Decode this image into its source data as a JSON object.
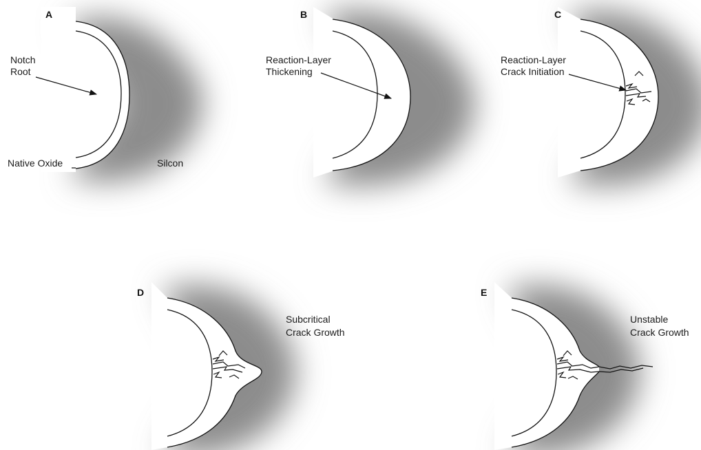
{
  "panels": {
    "a": {
      "letter": "A",
      "label_notch": [
        "Notch",
        "Root"
      ],
      "label_oxide": "Native Oxide",
      "label_silicon": "Silcon"
    },
    "b": {
      "letter": "B",
      "label": [
        "Reaction-Layer",
        "Thickening"
      ]
    },
    "c": {
      "letter": "C",
      "label": [
        "Reaction-Layer",
        "Crack Initiation"
      ]
    },
    "d": {
      "letter": "D",
      "label": [
        "Subcritical",
        "Crack Growth"
      ]
    },
    "e": {
      "letter": "E",
      "label": [
        "Unstable",
        "Crack Growth"
      ]
    }
  },
  "colors": {
    "shadow": "#7a7a7a",
    "line": "#111111",
    "background": "#ffffff"
  }
}
